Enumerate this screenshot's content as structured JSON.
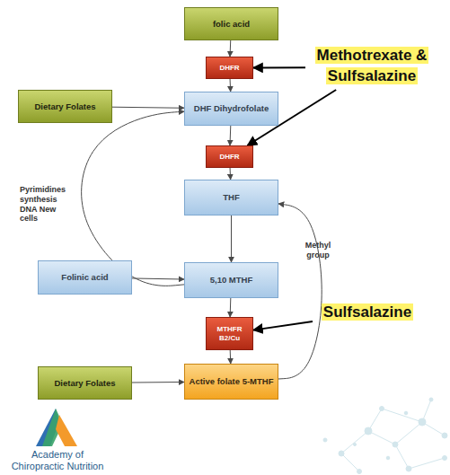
{
  "diagram": {
    "nodes": [
      {
        "text": [
          "folic acid"
        ]
      },
      {
        "text": [
          "DHFR"
        ]
      },
      {
        "text": [
          "Methotrexate & Sulfsalazine"
        ]
      },
      {
        "text": [
          "Dietary Folates"
        ]
      },
      {
        "text": [
          "DHF Dihydrofolate"
        ]
      },
      {
        "text": [
          "DHFR"
        ]
      },
      {
        "text": [
          "THF"
        ]
      },
      {
        "text": [
          "Folinic acid"
        ]
      },
      {
        "text": [
          "5,10 MTHF"
        ]
      },
      {
        "text": [
          "Sulfsalazine"
        ]
      },
      {
        "text": [
          "MTHFR B2/Cu"
        ]
      },
      {
        "text": [
          "Dietary Folates"
        ]
      },
      {
        "text": [
          "Active folate 5-MTHF"
        ]
      }
    ],
    "edges": [
      {
        "from": 0,
        "to": 1,
        "arrow": "to"
      },
      {
        "from": 1,
        "to": 4,
        "arrow": "to"
      },
      {
        "from": 3,
        "to": 4,
        "arrow": "to"
      },
      {
        "from": 4,
        "to": 5,
        "arrow": "to"
      },
      {
        "from": 5,
        "to": 6,
        "arrow": "to"
      },
      {
        "from": 6,
        "to": 8,
        "arrow": "to"
      },
      {
        "from": 8,
        "to": 4,
        "label": "Pyrimidines synthesis DNA New cells",
        "arrow": "to"
      },
      {
        "from": 7,
        "to": 8,
        "arrow": "to"
      },
      {
        "from": 8,
        "to": 10,
        "arrow": "to"
      },
      {
        "from": 10,
        "to": 12,
        "arrow": "to"
      },
      {
        "from": 11,
        "to": 12,
        "arrow": "to"
      },
      {
        "from": 12,
        "to": 6,
        "label": "Methyl group",
        "arrow": "to"
      },
      {
        "from": 2,
        "to": 1,
        "arrow": "to"
      },
      {
        "from": 2,
        "to": 5,
        "arrow": "to"
      },
      {
        "from": 9,
        "to": 10,
        "arrow": "to"
      }
    ],
    "labels": [
      "Academy of Chiropractic Nutrition"
    ]
  }
}
